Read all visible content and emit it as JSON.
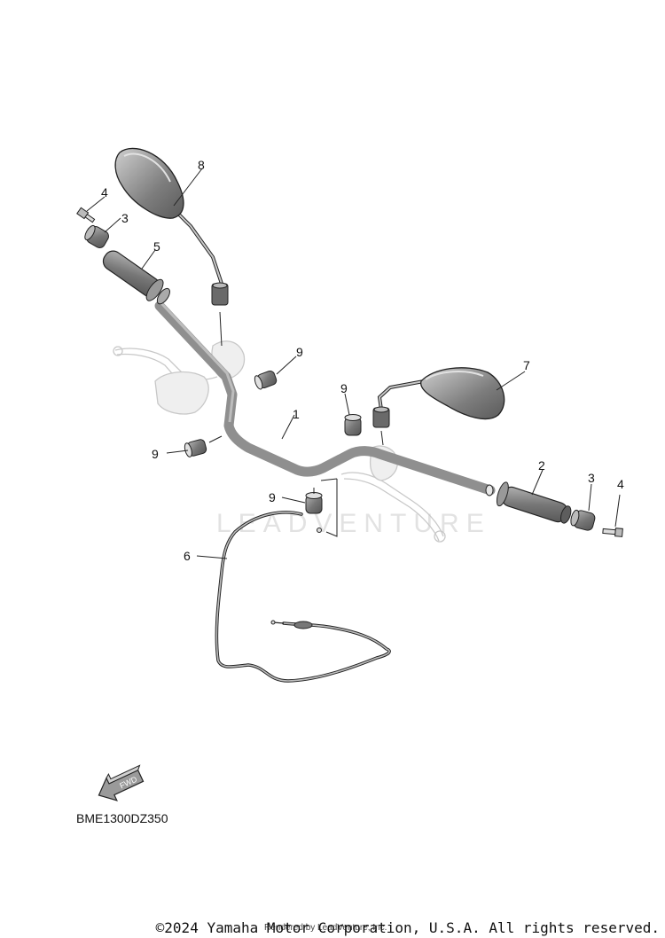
{
  "diagram": {
    "code": "BME1300DZ350",
    "fwd_label": "FWD",
    "watermark": "LEADVENTURE",
    "callouts": {
      "c1": "1",
      "c2": "2",
      "c3a": "3",
      "c3b": "3",
      "c4a": "4",
      "c4b": "4",
      "c5": "5",
      "c6": "6",
      "c7": "7",
      "c8": "8",
      "c9a": "9",
      "c9b": "9",
      "c9c": "9",
      "c9d": "9"
    }
  },
  "footer": {
    "copyright": "©2024 Yamaha Motor Corporation, U.S.A. All rights reserved.",
    "rendered_by": "Rendered by LeadVenture, Inc."
  },
  "colors": {
    "part_fill": "#8c8c8c",
    "ghost": "#d8d8d8",
    "line": "#222222"
  }
}
